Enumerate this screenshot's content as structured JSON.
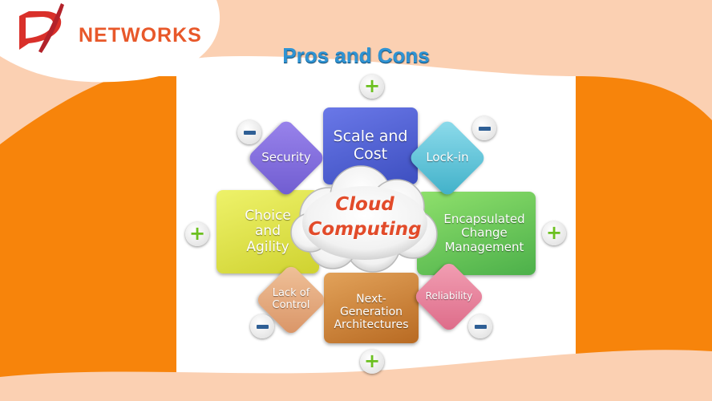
{
  "logo": {
    "text": "NETWORKS"
  },
  "title": "Pros and Cons",
  "center": {
    "line1": "Cloud",
    "line2": "Computing"
  },
  "tiles": {
    "scale_cost": "Scale and\nCost",
    "security": "Security",
    "lockin": "Lock-in",
    "choice_agility": "Choice\nand\nAgility",
    "encapsulated": "Encapsulated\nChange\nManagement",
    "lack_control": "Lack of\nControl",
    "next_gen": "Next-\nGeneration\nArchitectures",
    "reliability": "Reliability"
  },
  "badges": {
    "top": "+",
    "bottom": "+",
    "left": "+",
    "right": "+",
    "top_left": "−",
    "top_right": "−",
    "bottom_left": "−",
    "bottom_right": "−"
  },
  "colors": {
    "orange": "#f7840b",
    "peach": "#fbd0b2",
    "logo_red": "#e8582a",
    "title_blue": "#2f93d3",
    "plus_green": "#6cc020",
    "minus_blue": "#2f5f95"
  }
}
